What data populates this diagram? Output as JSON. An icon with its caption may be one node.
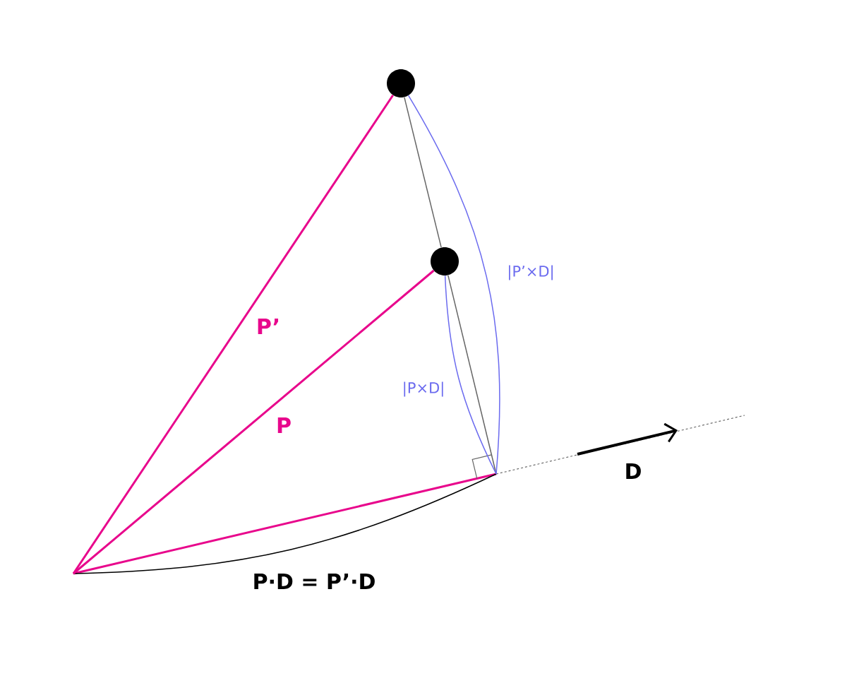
{
  "diagram": {
    "nodes": [
      {
        "text": [],
        "shape": "circle"
      },
      {
        "text": [],
        "shape": "circle"
      },
      {
        "text": [],
        "shape": "corner"
      }
    ],
    "edges": [
      {
        "from": null,
        "to": 0,
        "arrow": "none",
        "label": "P’",
        "color": "#e8078c"
      },
      {
        "from": null,
        "to": 1,
        "arrow": "none",
        "label": "P",
        "color": "#e8078c"
      },
      {
        "from": 0,
        "to": 1,
        "arrow": "none",
        "color": "#666666"
      },
      {
        "from": 1,
        "to": 2,
        "arrow": "none",
        "color": "#666666"
      },
      {
        "from": 0,
        "to": 2,
        "arrow": "none",
        "label": "|P’×D|",
        "color": "#6b6bef"
      },
      {
        "from": 1,
        "to": 2,
        "arrow": "none",
        "label": "|P×D|",
        "color": "#6b6bef"
      }
    ],
    "labels": [
      "P·D = P’·D",
      "D"
    ]
  }
}
